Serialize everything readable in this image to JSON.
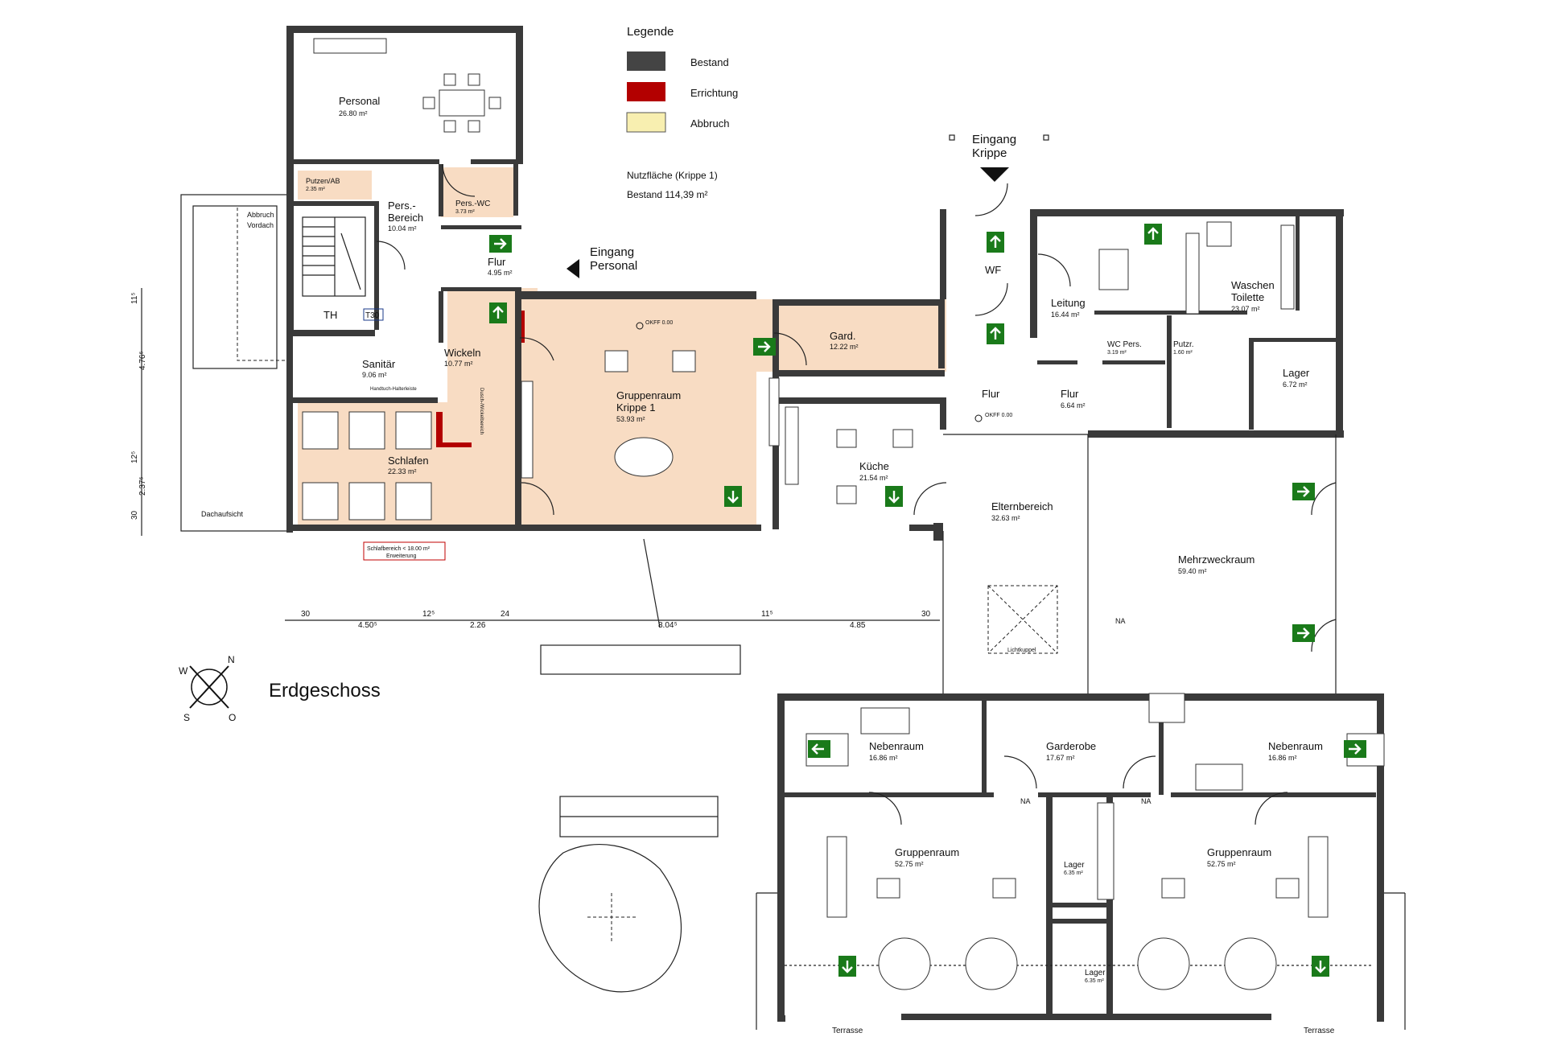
{
  "legend": {
    "title": "Legende",
    "items": [
      {
        "label": "Bestand",
        "color": "#444444"
      },
      {
        "label": "Errichtung",
        "color": "#b30000"
      },
      {
        "label": "Abbruch",
        "color": "#f8efb0"
      }
    ],
    "area_title": "Nutzfläche (Krippe 1)",
    "area_value": "Bestand  114,39 m²"
  },
  "drawing_title": "Erdgeschoss",
  "entrances": {
    "krippe_line1": "Eingang",
    "krippe_line2": "Krippe",
    "personal_line1": "Eingang",
    "personal_line2": "Personal"
  },
  "rooms": {
    "personal": {
      "name": "Personal",
      "area": "26.80 m²"
    },
    "putzen": {
      "name": "Putzen/AB",
      "area": "2.35 m²"
    },
    "pers_bereich": {
      "name1": "Pers.-",
      "name2": "Bereich",
      "area": "10.04 m²"
    },
    "pers_wc": {
      "name": "Pers.-WC",
      "area": "3.73 m²"
    },
    "flur_personal": {
      "name": "Flur",
      "area": "4.95 m²"
    },
    "th": {
      "name": "TH"
    },
    "sanitaer": {
      "name": "Sanitär",
      "area": "9.06 m²"
    },
    "wickeln": {
      "name": "Wickeln",
      "area": "10.77 m²"
    },
    "schlafen": {
      "name": "Schlafen",
      "area": "22.33 m²"
    },
    "gruppenraum_krippe": {
      "name1": "Gruppenraum",
      "name2": "Krippe 1",
      "area": "53.93 m²"
    },
    "gard": {
      "name": "Gard.",
      "area": "12.22 m²"
    },
    "kueche": {
      "name": "Küche",
      "area": "21.54 m²"
    },
    "wf": {
      "name": "WF"
    },
    "flur_main": {
      "name": "Flur"
    },
    "leitung": {
      "name": "Leitung",
      "area": "16.44 m²"
    },
    "wc_pers": {
      "name": "WC Pers.",
      "area": "3.19 m²"
    },
    "putzr": {
      "name": "Putzr.",
      "area": "1.60 m²"
    },
    "waschen": {
      "name1": "Waschen",
      "name2": "Toilette",
      "area": "23.07 m²"
    },
    "flur_small": {
      "name": "Flur",
      "area": "6.64 m²"
    },
    "lager_top": {
      "name": "Lager",
      "area": "6.72 m²"
    },
    "elternbereich": {
      "name": "Elternbereich",
      "area": "32.63 m²"
    },
    "mehrzweckraum": {
      "name": "Mehrzweckraum",
      "area": "59.40 m²"
    },
    "nebenraum_l": {
      "name": "Nebenraum",
      "area": "16.86 m²"
    },
    "nebenraum_r": {
      "name": "Nebenraum",
      "area": "16.86 m²"
    },
    "garderobe": {
      "name": "Garderobe",
      "area": "17.67 m²"
    },
    "gruppenraum_l": {
      "name": "Gruppenraum",
      "area": "52.75 m²"
    },
    "gruppenraum_r": {
      "name": "Gruppenraum",
      "area": "52.75 m²"
    },
    "lager_a": {
      "name": "Lager",
      "area": "6.35 m²"
    },
    "lager_b": {
      "name": "Lager",
      "area": "6.35 m²"
    }
  },
  "annotations": {
    "abbruch_vordach_1": "Abbruch",
    "abbruch_vordach_2": "Vordach",
    "dachaufsicht": "Dachaufsicht",
    "t30": "T30",
    "okff_1": "OKFF  0.00",
    "okff_2": "OKFF  0.00",
    "lichtkuppel": "Lichtkuppel",
    "na_1": "NA",
    "na_2": "NA",
    "na_3": "NA",
    "terrasse_l": "Terrasse",
    "terrasse_r": "Terrasse",
    "handtuch": "Handtuch-Halterleiste",
    "dusch": "Dusch-/Wickelbereich",
    "schlafbereich_1": "Schlafbereich < 18.00 m²",
    "schlafbereich_2": "Erweiterung"
  },
  "dimensions": {
    "horizontal": [
      "30",
      "4.50⁵",
      "12⁵",
      "2.26",
      "24",
      "8.04⁵",
      "11⁵",
      "4.85",
      "30"
    ],
    "vertical": [
      "11⁵",
      "4.76⁵",
      "12⁵",
      "2.37⁵",
      "30"
    ]
  },
  "compass": {
    "n": "N",
    "o": "O",
    "s": "S",
    "w": "W"
  }
}
